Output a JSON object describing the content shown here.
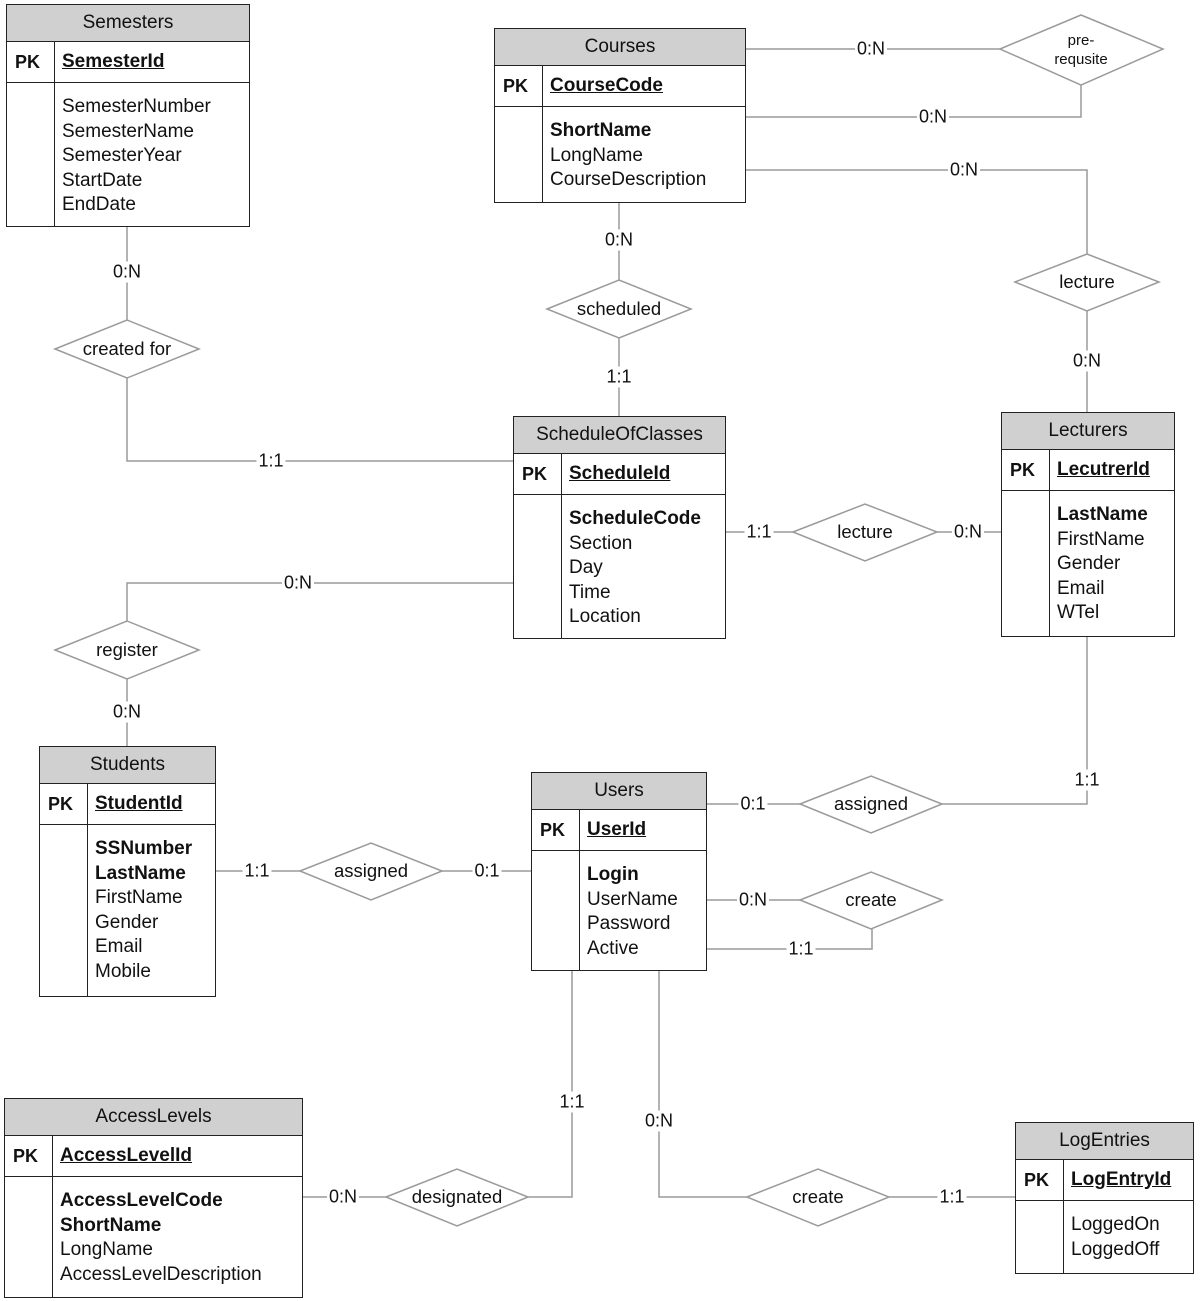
{
  "entities": {
    "semesters": {
      "title": "Semesters",
      "pk_label": "PK",
      "pk": "SemesterId",
      "attrs": [
        {
          "t": "SemesterNumber",
          "b": false
        },
        {
          "t": "SemesterName",
          "b": false
        },
        {
          "t": "SemesterYear",
          "b": false
        },
        {
          "t": "StartDate",
          "b": false
        },
        {
          "t": "EndDate",
          "b": false
        }
      ]
    },
    "courses": {
      "title": "Courses",
      "pk_label": "PK",
      "pk": "CourseCode",
      "attrs": [
        {
          "t": "ShortName",
          "b": true
        },
        {
          "t": "LongName",
          "b": false
        },
        {
          "t": "CourseDescription",
          "b": false
        }
      ]
    },
    "schedule": {
      "title": "ScheduleOfClasses",
      "pk_label": "PK",
      "pk": "ScheduleId",
      "attrs": [
        {
          "t": "ScheduleCode",
          "b": true
        },
        {
          "t": "Section",
          "b": false
        },
        {
          "t": "Day",
          "b": false
        },
        {
          "t": "Time",
          "b": false
        },
        {
          "t": "Location",
          "b": false
        }
      ]
    },
    "lecturers": {
      "title": "Lecturers",
      "pk_label": "PK",
      "pk": "LecutrerId",
      "attrs": [
        {
          "t": "LastName",
          "b": true
        },
        {
          "t": "FirstName",
          "b": false
        },
        {
          "t": "Gender",
          "b": false
        },
        {
          "t": "Email",
          "b": false
        },
        {
          "t": "WTel",
          "b": false
        }
      ]
    },
    "students": {
      "title": "Students",
      "pk_label": "PK",
      "pk": "StudentId",
      "attrs": [
        {
          "t": "SSNumber",
          "b": true
        },
        {
          "t": "LastName",
          "b": true
        },
        {
          "t": "FirstName",
          "b": false
        },
        {
          "t": "Gender",
          "b": false
        },
        {
          "t": "Email",
          "b": false
        },
        {
          "t": "Mobile",
          "b": false
        }
      ]
    },
    "users": {
      "title": "Users",
      "pk_label": "PK",
      "pk": "UserId",
      "attrs": [
        {
          "t": "Login",
          "b": true
        },
        {
          "t": "UserName",
          "b": false
        },
        {
          "t": "Password",
          "b": false
        },
        {
          "t": "Active",
          "b": false
        }
      ]
    },
    "accesslevels": {
      "title": "AccessLevels",
      "pk_label": "PK",
      "pk": "AccessLevelId",
      "attrs": [
        {
          "t": "AccessLevelCode",
          "b": true
        },
        {
          "t": "ShortName",
          "b": true
        },
        {
          "t": "LongName",
          "b": false
        },
        {
          "t": "AccessLevelDescription",
          "b": false
        }
      ]
    },
    "logentries": {
      "title": "LogEntries",
      "pk_label": "PK",
      "pk": "LogEntryId",
      "attrs": [
        {
          "t": "LoggedOn",
          "b": false
        },
        {
          "t": "LoggedOff",
          "b": false
        }
      ]
    }
  },
  "relationships": {
    "prerequisite": "pre-\nrequsite",
    "lecture_courses": "lecture",
    "scheduled": "scheduled",
    "created_for": "created for",
    "lecture_schedule": "lecture",
    "register": "register",
    "assigned_lecturer": "assigned",
    "assigned_student": "assigned",
    "create_user": "create",
    "designated": "designated",
    "create_log": "create"
  },
  "cardinalities": {
    "courses_prereq_top": "0:N",
    "courses_prereq_bottom": "0:N",
    "courses_lecture": "0:N",
    "lecture_lecturers": "0:N",
    "courses_scheduled": "0:N",
    "scheduled_schedule": "1:1",
    "semesters_createdfor": "0:N",
    "createdfor_schedule": "1:1",
    "schedule_lecture": "1:1",
    "lecture_lecturers_right": "0:N",
    "schedule_register": "0:N",
    "register_students": "0:N",
    "users_assigned_lect": "0:1",
    "lecturers_assigned": "1:1",
    "students_assigned": "1:1",
    "assigned_users": "0:1",
    "users_create_top": "0:N",
    "users_create_bottom": "1:1",
    "users_designated": "1:1",
    "designated_access": "0:N",
    "users_create_log": "0:N",
    "create_logentries": "1:1"
  }
}
